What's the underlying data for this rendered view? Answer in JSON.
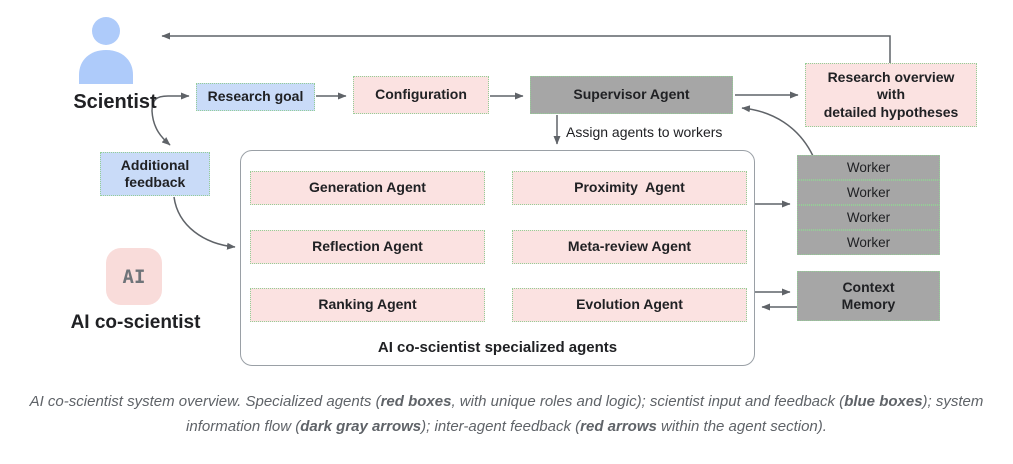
{
  "diagram": {
    "scientist_label": "Scientist",
    "ai_label": "AI co-scientist",
    "ai_icon_text": "AI",
    "boxes": {
      "research_goal": "Research goal",
      "configuration": "Configuration",
      "supervisor": "Supervisor Agent",
      "research_overview": "Research overview\nwith\ndetailed hypotheses",
      "additional_feedback": "Additional\nfeedback",
      "context_memory": "Context\nMemory"
    },
    "agents": {
      "generation": "Generation Agent",
      "proximity": "Proximity  Agent",
      "reflection": "Reflection Agent",
      "meta_review": "Meta-review Agent",
      "ranking": "Ranking Agent",
      "evolution": "Evolution Agent"
    },
    "panel_label": "AI co-scientist specialized agents",
    "assign_label": "Assign agents to workers",
    "workers": [
      "Worker",
      "Worker",
      "Worker",
      "Worker"
    ],
    "colors": {
      "blue_box": "#c9dbf8",
      "pink_box": "#fbe2e1",
      "gray_box": "#a6a6a6",
      "dotted_border": "#94cf96",
      "dark_arrow": "#5f6368",
      "red_arrow": "#e01e13",
      "scientist_icon": "#aecbfa",
      "ai_chip": "#f9dcda"
    }
  },
  "caption": {
    "line1_segments": [
      {
        "t": "AI co-scientist system overview. Specialized agents (",
        "b": false
      },
      {
        "t": "red boxes",
        "b": true
      },
      {
        "t": ", with unique roles and logic); scientist input and feedback (",
        "b": false
      },
      {
        "t": "blue boxes",
        "b": true
      },
      {
        "t": "); system",
        "b": false
      }
    ],
    "line2_segments": [
      {
        "t": "information flow (",
        "b": false
      },
      {
        "t": "dark gray arrows",
        "b": true
      },
      {
        "t": "); inter-agent feedback (",
        "b": false
      },
      {
        "t": "red arrows",
        "b": true
      },
      {
        "t": " within the agent section).",
        "b": false
      }
    ]
  }
}
